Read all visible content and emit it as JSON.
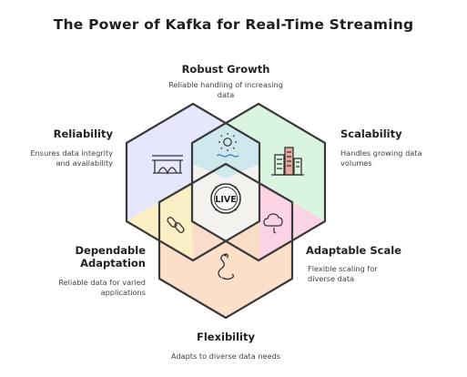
{
  "title": "The Power of Kafka for Real-Time Streaming",
  "center": {
    "label": "LIVE",
    "icon": "live-badge-icon"
  },
  "segments": [
    {
      "key": "robust_growth",
      "label": "Robust Growth",
      "desc": [
        "Reliable handling of increasing",
        "data"
      ],
      "icon": "sun-icon",
      "color": "#cfe8ee"
    },
    {
      "key": "scalability",
      "label": "Scalability",
      "desc": [
        "Handles growing data",
        "volumes"
      ],
      "icon": "city-buildings-icon",
      "color": "#d3f3d9"
    },
    {
      "key": "adaptable_scale",
      "label": "Adaptable Scale",
      "desc": [
        "Flexible scaling for",
        "diverse data"
      ],
      "icon": "cloud-rain-icon",
      "color": "#fbd3e4"
    },
    {
      "key": "flexibility",
      "label": "Flexibility",
      "desc": [
        "Adapts to diverse data needs"
      ],
      "icon": "snake-icon",
      "color": "#fcd9bf"
    },
    {
      "key": "dependable_adaptation",
      "label": [
        "Dependable",
        "Adaptation"
      ],
      "desc": [
        "Reliable data for varied",
        "applications"
      ],
      "icon": "chain-link-icon",
      "color": "#fbefc6"
    },
    {
      "key": "reliability",
      "label": "Reliability",
      "desc": [
        "Ensures data integrity",
        "and availability"
      ],
      "icon": "bridge-icon",
      "color": "#e2e2fb"
    }
  ],
  "colors": {
    "top_left_hex": "#e2e2fb",
    "top_right_hex": "#d3f3d9",
    "bottom_hex": "#fcd9bf",
    "stroke": "#3a3a3a"
  }
}
